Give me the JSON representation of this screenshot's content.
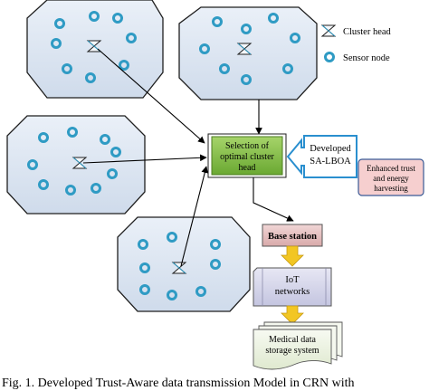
{
  "legend": {
    "cluster_head": "Cluster head",
    "sensor_node": "Sensor node"
  },
  "selection_box": {
    "line1": "Selection of",
    "line2": "optimal cluster",
    "line3": "head"
  },
  "developed_box": {
    "line1": "Developed",
    "line2": "SA-LBOA"
  },
  "enhanced_box": {
    "line1": "Enhanced trust",
    "line2": "and energy",
    "line3": "harvesting"
  },
  "base_station": "Base station",
  "iot_box": {
    "line1": "IoT",
    "line2": "networks"
  },
  "storage_box": {
    "line1": "Medical data",
    "line2": "storage system"
  },
  "caption": "Fig. 1.   Developed Trust-Aware data transmission Model in CRN with",
  "colors": {
    "cluster_fill": "#dce6f2",
    "cluster_stroke": "#1f1f1f",
    "node_ring": "#2f9bc4",
    "selection_fill": "#7dbb3f",
    "arrow_outline": "#2a8fcf",
    "enhanced_fill": "#f6cfcf",
    "enhanced_stroke": "#3a5a96",
    "base_fill": "#e6c3c3",
    "iot_fill": "#d5d6ea",
    "yellow_arrow": "#f2c623"
  },
  "icons": {
    "cluster_head": "cluster-head-icon",
    "sensor_node": "sensor-node-icon"
  }
}
